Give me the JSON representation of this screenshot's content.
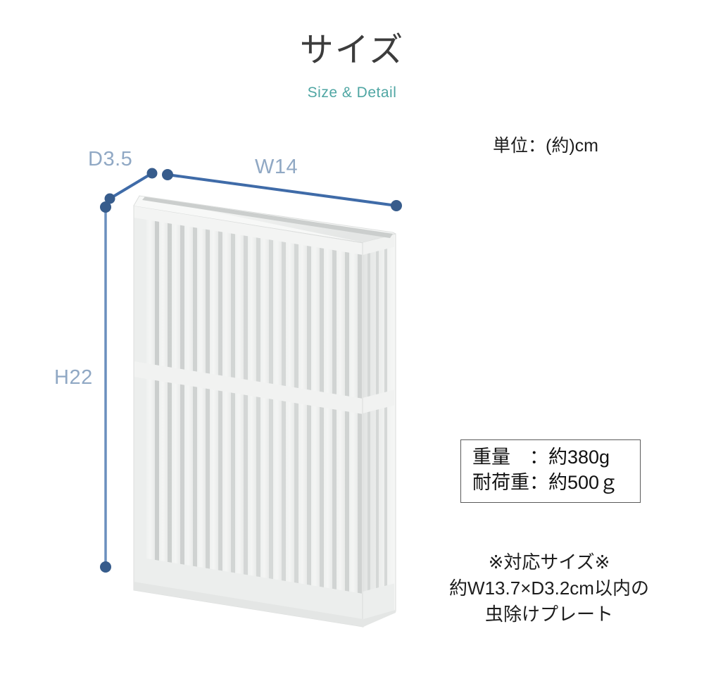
{
  "header": {
    "title_ja": "サイズ",
    "title_en": "Size & Detail"
  },
  "unit_note": "単位：(約)cm",
  "dimensions": {
    "depth": {
      "label": "D3.5",
      "axis": "depth",
      "value": 3.5,
      "unit": "cm"
    },
    "width": {
      "label": "W14",
      "axis": "width",
      "value": 14,
      "unit": "cm"
    },
    "height": {
      "label": "H22",
      "axis": "height",
      "value": 22,
      "unit": "cm"
    }
  },
  "spec_box": {
    "line1": "重量　：約380g",
    "line2": "耐荷重：約500ｇ"
  },
  "compatibility": {
    "line1": "※対応サイズ※",
    "line2": "約W13.7×D3.2cm以内の",
    "line3": "虫除けプレート"
  },
  "colors": {
    "title_ja": "#3c3c3c",
    "title_en": "#4fa6a3",
    "dim_label": "#90a8c4",
    "dim_line": "#3f6ba8",
    "dim_dot": "#375c8c",
    "body_text": "#1d1d1d",
    "spec_border": "#5a5a5a",
    "product_body": "#f2f3f2",
    "product_shade": "#d9dbda",
    "background": "#ffffff"
  },
  "icons": {
    "dim_dot": "dimension-endpoint-dot",
    "product": "slatted-plate-holder"
  }
}
